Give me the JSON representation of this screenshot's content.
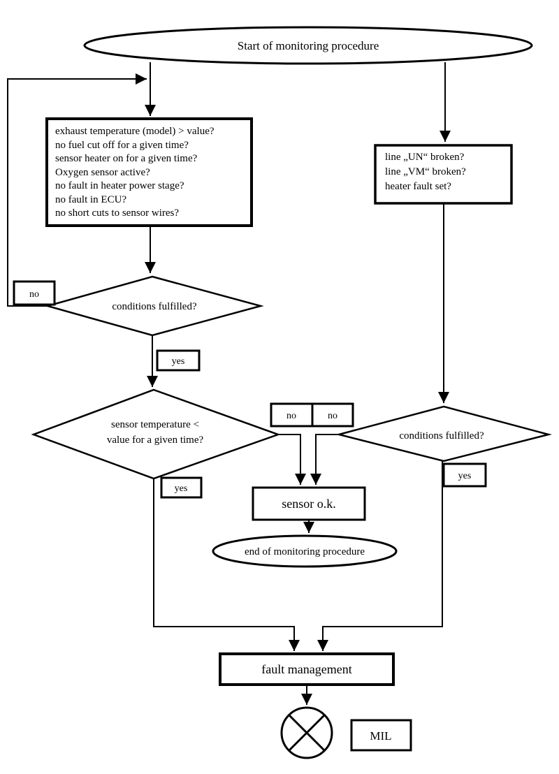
{
  "page": {
    "background": "#ffffff",
    "ink": "#000000"
  },
  "flowchart": {
    "start": "Start of monitoring procedure",
    "entry_conditions": [
      "exhaust temperature (model) > value?",
      "no fuel cut off for a given time?",
      "sensor heater on for a given time?",
      "Oxygen sensor active?",
      "no fault in heater power stage?",
      "no fault in ECU?",
      "no short cuts to sensor wires?"
    ],
    "line_check_conditions": [
      "line „UN“ broken?",
      "line „VM“ broken?",
      "heater fault set?"
    ],
    "decision1": "conditions fulfilled?",
    "decision2_line1": "sensor temperature <",
    "decision2_line2": "value for a given time?",
    "decision3": "conditions fulfilled?",
    "sensor_ok": "sensor o.k.",
    "end": "end of monitoring procedure",
    "fault_management": "fault management",
    "mil": "MIL",
    "labels": {
      "no1": "no",
      "yes1": "yes",
      "no2": "no",
      "no3": "no",
      "yes2": "yes",
      "yes3": "yes"
    }
  }
}
